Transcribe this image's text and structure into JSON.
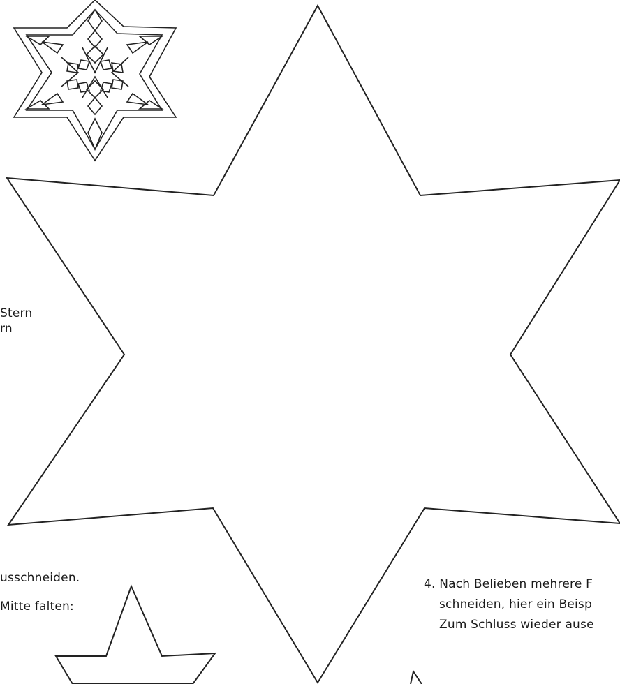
{
  "sheet": {
    "left_margin_text": {
      "lines": [
        "Stern",
        "rn"
      ]
    },
    "step_fragment_cut": "usschneiden.",
    "step_fragment_fold": "Mitte falten:",
    "step_4": {
      "lines": [
        "4. Nach Belieben mehrere F",
        "schneiden, hier ein Beisp",
        "Zum Schluss wieder ause"
      ]
    }
  },
  "icons": {
    "example_snowflake": "decorated-star-icon",
    "main_template": "six-pointed-star-outline",
    "small_template": "small-star-outline",
    "corner_fragment": "star-tip-fragment"
  }
}
